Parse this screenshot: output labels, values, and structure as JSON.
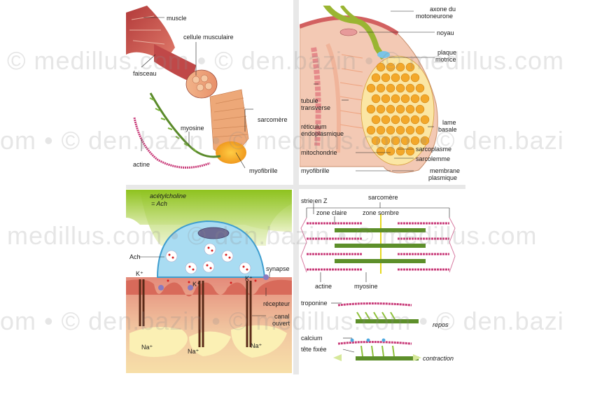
{
  "panels": {
    "muscle": {
      "labels": {
        "muscle": "muscle",
        "cellule": "cellule musculaire",
        "faisceau": "faisceau",
        "sarcomere": "sarcomère",
        "myosine": "myosine",
        "actine": "actine",
        "myofibrille": "myofibrille"
      }
    },
    "motor": {
      "labels": {
        "axone1": "axone du",
        "axone2": "motoneurone",
        "noyau": "noyau",
        "plaque1": "plaque",
        "plaque2": "motrice",
        "tubule1": "tubule",
        "tubule2": "transverse",
        "reticulum1": "réticulum",
        "reticulum2": "endoplasmique",
        "lame1": "lame",
        "lame2": "basale",
        "sarcoplasme": "sarcoplasme",
        "mitochondrie": "mitochondrie",
        "sarcolemme": "sarcolemme",
        "myofibrille": "myofibrille",
        "membrane1": "membrane",
        "membrane2": "plasmique"
      }
    },
    "synapse": {
      "labels": {
        "ach1": "acétylcholine",
        "ach2": "= Ach",
        "ach": "Ach",
        "synapse": "synapse",
        "k1": "K⁺",
        "k2": "K⁺",
        "k3": "K⁺",
        "recepteur": "récepteur",
        "canal1": "canal",
        "canal2": "ouvert",
        "na1": "Na⁺",
        "na2": "Na⁺",
        "na3": "Na⁺"
      }
    },
    "sarcomere": {
      "labels": {
        "strie": "strie en Z",
        "sarcomere": "sarcomère",
        "zoneClaire": "zone claire",
        "zoneSombre": "zone sombre",
        "actine": "actine",
        "myosine": "myosine",
        "troponine": "troponine",
        "repos": "repos",
        "calcium": "calcium",
        "tete": "tête fixée",
        "contraction": "contraction"
      }
    }
  },
  "watermark": {
    "line1": "© medillus.com • © den.bazin • © medillus.com",
    "line2": "om • © den.bazin • © medillus.com • © den.bazi",
    "line3": "medillus.com • © den.bazin • © medillus.com",
    "line4": "om • © den.bazin • © medillus.com • © den.bazi"
  }
}
